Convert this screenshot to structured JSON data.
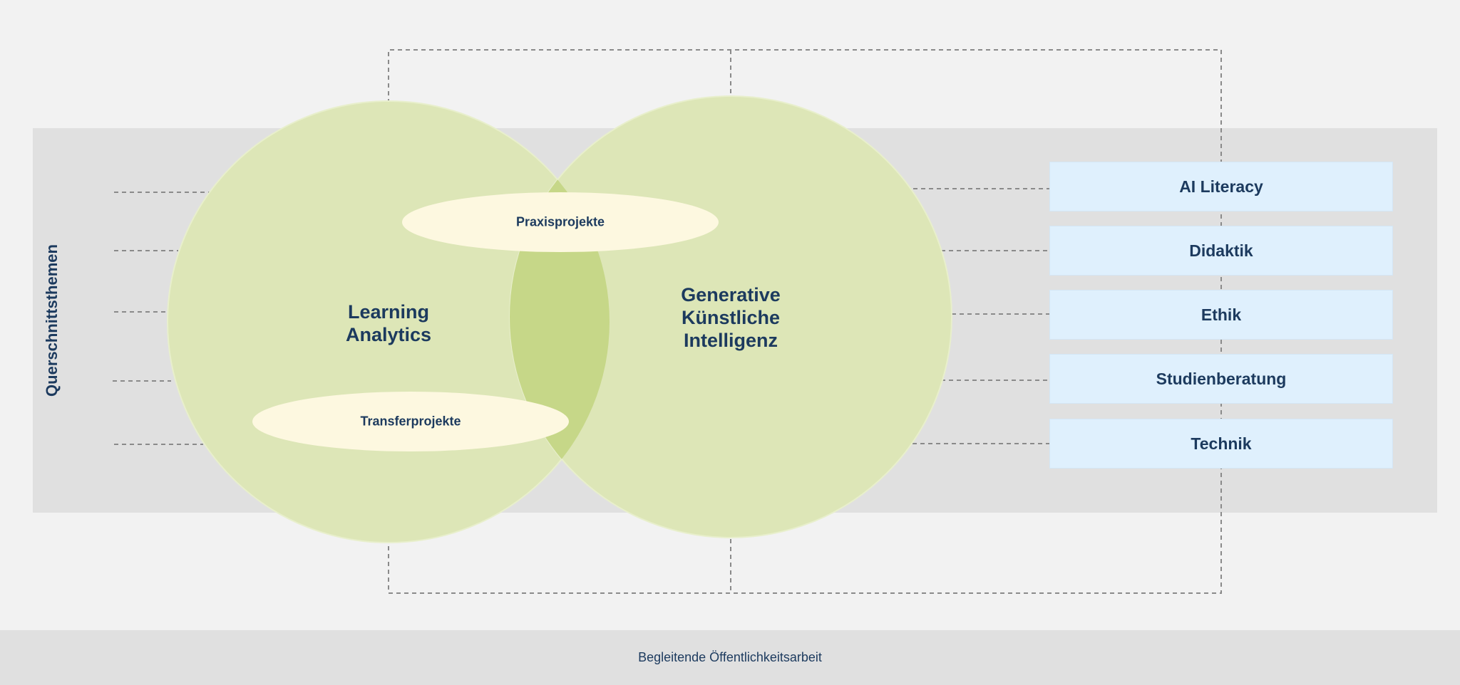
{
  "side_label": "Querschnittsthemen",
  "circles": {
    "left": "Learning\nAnalytics",
    "right": "Generative\nKünstliche\nIntelligenz"
  },
  "ellipses": {
    "top": "Praxisprojekte",
    "bottom": "Transferprojekte"
  },
  "topics": [
    "AI Literacy",
    "Didaktik",
    "Ethik",
    "Studienberatung",
    "Technik"
  ],
  "footer": "Begleitende Öffentlichkeitsarbeit",
  "colors": {
    "page_background": "#f2f2f2",
    "band_background": "#e0e0e0",
    "circle_fill": "#dde6b7",
    "overlap_fill": "#c6d788",
    "ellipse_fill": "#fdf8e0",
    "topic_box_fill": "#dff0fd",
    "text_color": "#1c3a5e",
    "dashed_line": "#8a8a8a"
  }
}
